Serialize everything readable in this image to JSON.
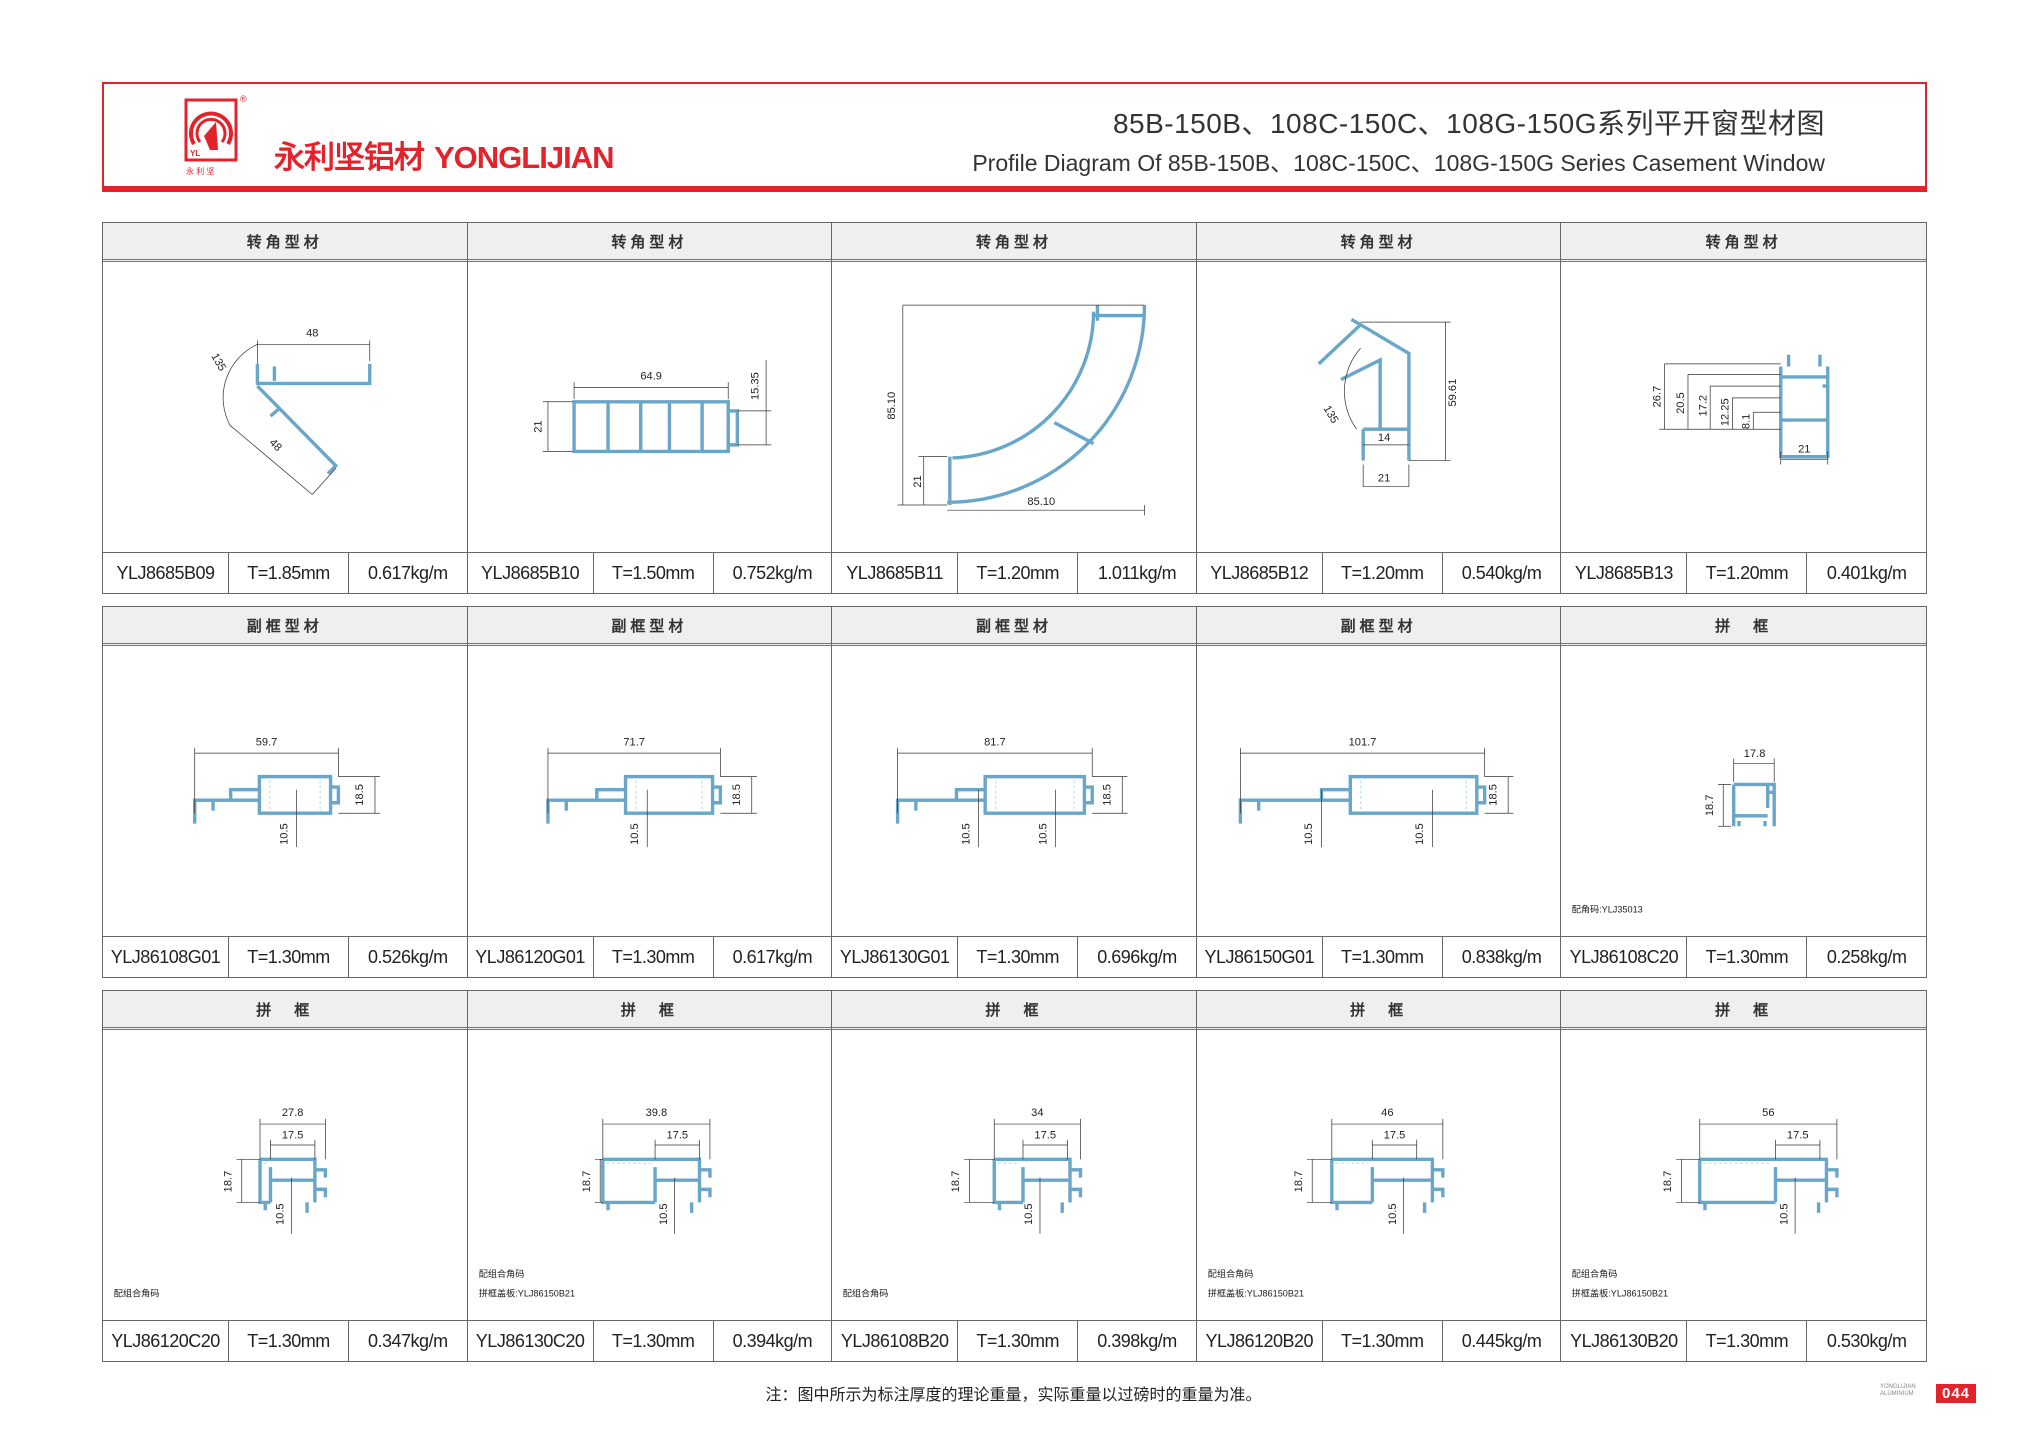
{
  "header": {
    "logo_text": "永 利 坚",
    "registered": "®",
    "brand_cn": "永利坚铝材",
    "brand_en": "YONGLIJIAN",
    "title_cn": "85B-150B、108C-150C、108G-150G系列平开窗型材图",
    "title_en": "Profile Diagram Of 85B-150B、108C-150C、108G-150G Series Casement Window"
  },
  "tables": [
    {
      "cells": [
        {
          "title": "转角型材",
          "dims": [
            "48",
            "135",
            "48"
          ],
          "notes": [],
          "code": "YLJ8685B09",
          "thickness": "T=1.85mm",
          "weight": "0.617kg/m"
        },
        {
          "title": "转角型材",
          "dims": [
            "64.9",
            "21",
            "15.35"
          ],
          "notes": [],
          "code": "YLJ8685B10",
          "thickness": "T=1.50mm",
          "weight": "0.752kg/m"
        },
        {
          "title": "转角型材",
          "dims": [
            "85.10",
            "21",
            "85.10"
          ],
          "notes": [],
          "code": "YLJ8685B11",
          "thickness": "T=1.20mm",
          "weight": "1.011kg/m"
        },
        {
          "title": "转角型材",
          "dims": [
            "59.61",
            "135",
            "14",
            "21"
          ],
          "notes": [],
          "code": "YLJ8685B12",
          "thickness": "T=1.20mm",
          "weight": "0.540kg/m"
        },
        {
          "title": "转角型材",
          "dims": [
            "26.7",
            "20.5",
            "17.2",
            "12.25",
            "8.1",
            "21"
          ],
          "notes": [],
          "code": "YLJ8685B13",
          "thickness": "T=1.20mm",
          "weight": "0.401kg/m"
        }
      ]
    },
    {
      "cells": [
        {
          "title": "副框型材",
          "dims": [
            "59.7",
            "18.5",
            "10.5"
          ],
          "notes": [],
          "code": "YLJ86108G01",
          "thickness": "T=1.30mm",
          "weight": "0.526kg/m"
        },
        {
          "title": "副框型材",
          "dims": [
            "71.7",
            "18.5",
            "10.5"
          ],
          "notes": [],
          "code": "YLJ86120G01",
          "thickness": "T=1.30mm",
          "weight": "0.617kg/m"
        },
        {
          "title": "副框型材",
          "dims": [
            "81.7",
            "18.5",
            "10.5",
            "10.5"
          ],
          "notes": [],
          "code": "YLJ86130G01",
          "thickness": "T=1.30mm",
          "weight": "0.696kg/m"
        },
        {
          "title": "副框型材",
          "dims": [
            "101.7",
            "18.5",
            "10.5",
            "10.5"
          ],
          "notes": [],
          "code": "YLJ86150G01",
          "thickness": "T=1.30mm",
          "weight": "0.838kg/m"
        },
        {
          "title": "拼　框",
          "dims": [
            "17.8",
            "18.7"
          ],
          "notes": [
            "配角码:YLJ35013"
          ],
          "code": "YLJ86108C20",
          "thickness": "T=1.30mm",
          "weight": "0.258kg/m"
        }
      ]
    },
    {
      "cells": [
        {
          "title": "拼　框",
          "dims": [
            "27.8",
            "17.5",
            "18.7",
            "10.5"
          ],
          "notes": [
            "配组合角码"
          ],
          "code": "YLJ86120C20",
          "thickness": "T=1.30mm",
          "weight": "0.347kg/m"
        },
        {
          "title": "拼　框",
          "dims": [
            "39.8",
            "17.5",
            "18.7",
            "10.5"
          ],
          "notes": [
            "配组合角码",
            "拼框盖板:YLJ86150B21"
          ],
          "code": "YLJ86130C20",
          "thickness": "T=1.30mm",
          "weight": "0.394kg/m"
        },
        {
          "title": "拼　框",
          "dims": [
            "34",
            "17.5",
            "18.7",
            "10.5"
          ],
          "notes": [
            "配组合角码"
          ],
          "code": "YLJ86108B20",
          "thickness": "T=1.30mm",
          "weight": "0.398kg/m"
        },
        {
          "title": "拼　框",
          "dims": [
            "46",
            "17.5",
            "18.7",
            "10.5"
          ],
          "notes": [
            "配组合角码",
            "拼框盖板:YLJ86150B21"
          ],
          "code": "YLJ86120B20",
          "thickness": "T=1.30mm",
          "weight": "0.445kg/m"
        },
        {
          "title": "拼　框",
          "dims": [
            "56",
            "17.5",
            "18.7",
            "10.5"
          ],
          "notes": [
            "配组合角码",
            "拼框盖板:YLJ86150B21"
          ],
          "code": "YLJ86130B20",
          "thickness": "T=1.30mm",
          "weight": "0.530kg/m"
        }
      ]
    }
  ],
  "footer": {
    "note": "注：图中所示为标注厚度的理论重量，实际重量以过磅时的重量为准。",
    "page_brand": "YONGLIJIAN",
    "page_sub": "ALUMINIUM",
    "page_number": "044"
  },
  "colors": {
    "brand_red": "#e3232c",
    "profile_blue": "#6aa6c8"
  }
}
